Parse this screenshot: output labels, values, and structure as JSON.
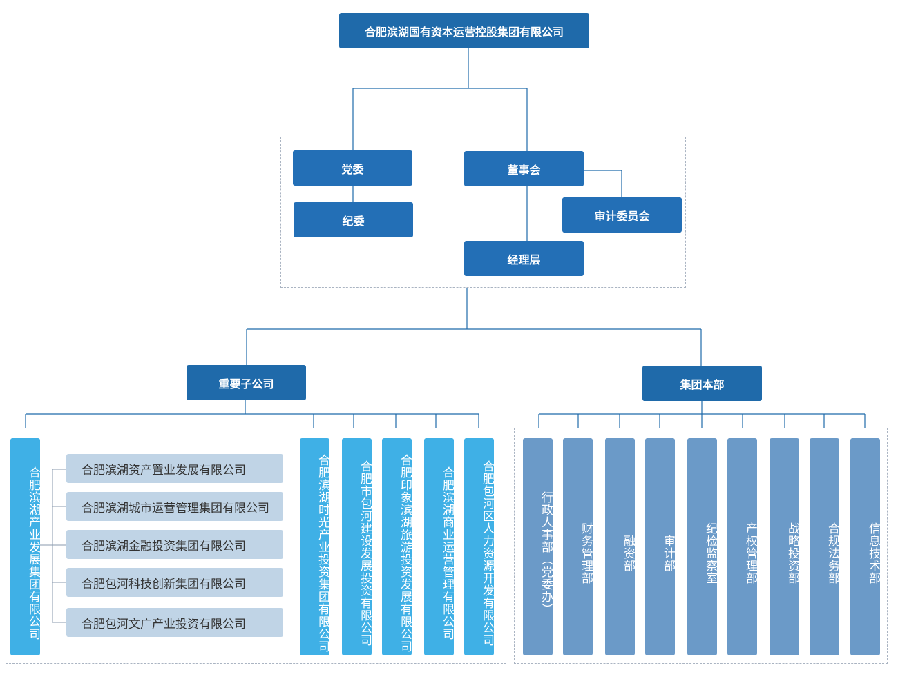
{
  "top": {
    "title": "合肥滨湖国有资本运营控股集团有限公司"
  },
  "governance": {
    "party_committee": "党委",
    "discipline_committee": "纪委",
    "board": "董事会",
    "audit_committee": "审计委员会",
    "management": "经理层"
  },
  "subsidiaries": {
    "title": "重要子公司",
    "industry_group": "合肥滨湖产业发展集团有限公司",
    "industry_group_children": [
      "合肥滨湖资产置业发展有限公司",
      "合肥滨湖城市运营管理集团有限公司",
      "合肥滨湖金融投资集团有限公司",
      "合肥包河科技创新集团有限公司",
      "合肥包河文广产业投资有限公司"
    ],
    "others": [
      "合肥滨湖时光产业投资集团有限公司",
      "合肥市包河建设发展投资有限公司",
      "合肥印象滨湖旅游投资发展有限公司",
      "合肥滨湖商业运营管理有限公司",
      "合肥包河区人力资源开发有限公司"
    ]
  },
  "headquarters": {
    "title": "集团本部",
    "departments": [
      "行政人事部（党委办）",
      "财务管理部",
      "融资部",
      "审计部",
      "纪检监察室",
      "产权管理部",
      "战略投资部",
      "合规法务部",
      "信息技术部"
    ]
  },
  "colors": {
    "dark_box": "#1f6aaa",
    "cyan_box": "#3fb0e6",
    "steel_box": "#6b9ac8",
    "pale_box": "#c0d4e6",
    "line": "#1f6aaa"
  }
}
